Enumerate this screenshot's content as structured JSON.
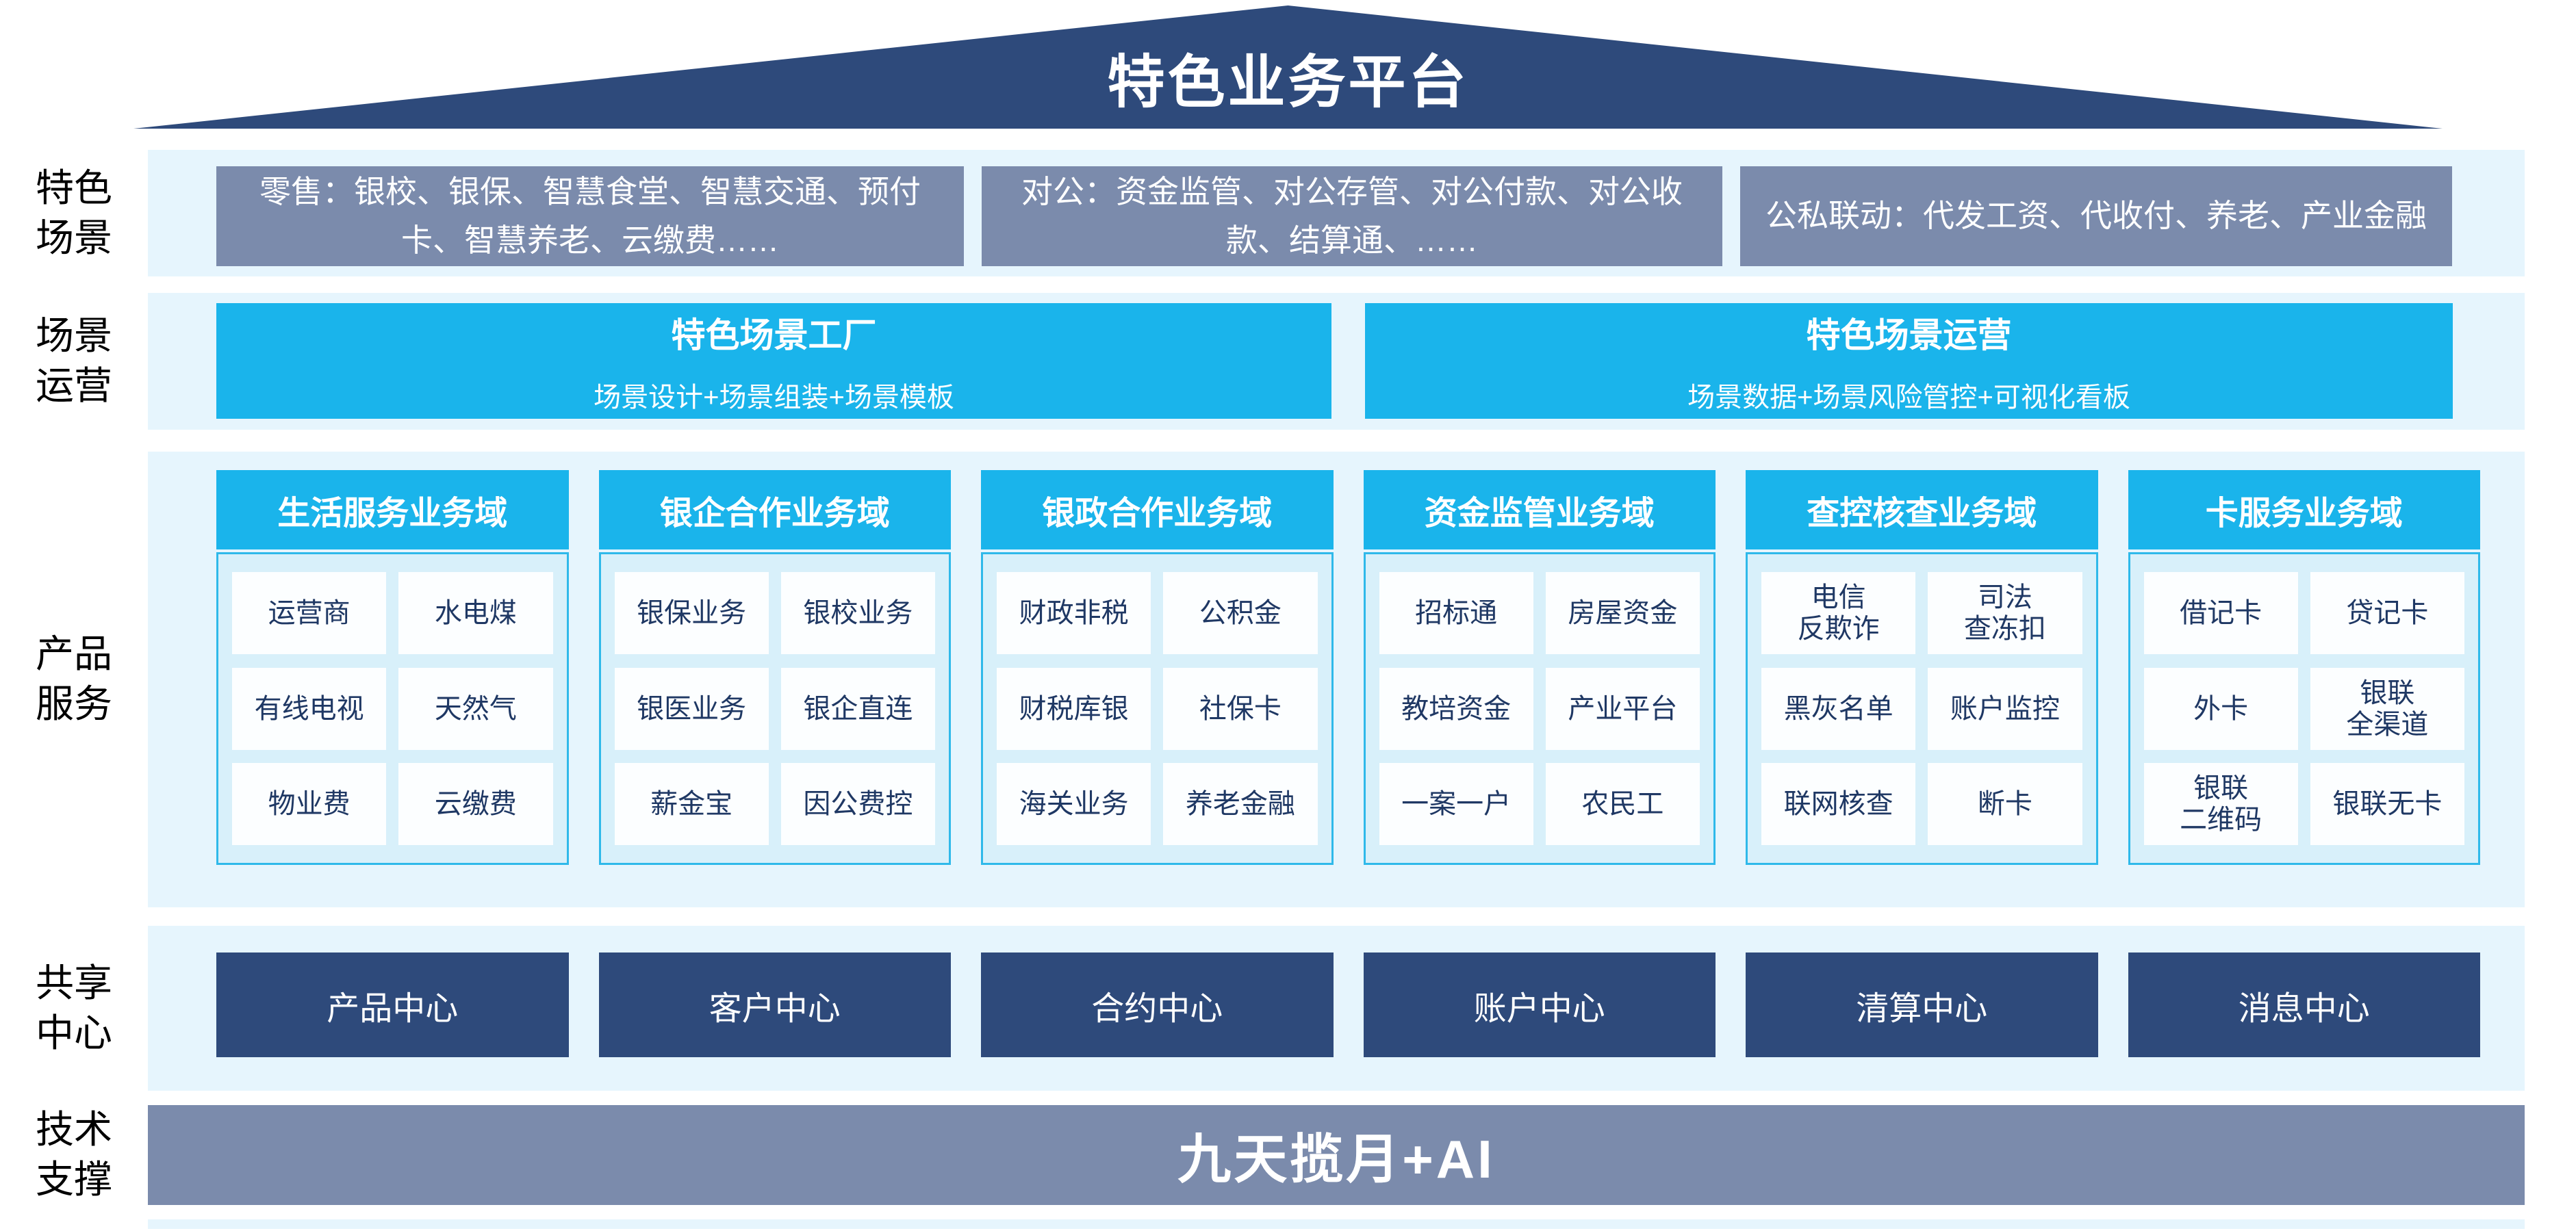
{
  "palette": {
    "navy": "#2E4A7B",
    "steel": "#7B8BAC",
    "cyan": "#1AB4EB",
    "band_light_blue": "#E6F5FD",
    "column_body": "#D8F0FA",
    "item_text_navy": "#1F3864"
  },
  "roof": {
    "title": "特色业务平台"
  },
  "side_labels": {
    "scenes": "特色\n场景",
    "scene_ops": "场景\n运营",
    "products": "产品\n服务",
    "share_centers": "共享\n中心",
    "tech_support": "技术\n支撑"
  },
  "scene_boxes": {
    "retail": "零售：银校、银保、智慧食堂、智慧交通、预付卡、智慧养老、云缴费……",
    "corporate": "对公：资金监管、对公存管、对公付款、对公收款、结算通、……",
    "public_private": "公私联动：代发工资、代收付、养老、产业金融"
  },
  "scene_ops": [
    {
      "title": "特色场景工厂",
      "subtitle": "场景设计+场景组装+场景模板"
    },
    {
      "title": "特色场景运营",
      "subtitle": "场景数据+场景风险管控+可视化看板"
    }
  ],
  "product_domains": [
    {
      "header": "生活服务业务域",
      "items": [
        [
          "运营商",
          "水电煤"
        ],
        [
          "有线电视",
          "天然气"
        ],
        [
          "物业费",
          "云缴费"
        ]
      ]
    },
    {
      "header": "银企合作业务域",
      "items": [
        [
          "银保业务",
          "银校业务"
        ],
        [
          "银医业务",
          "银企直连"
        ],
        [
          "薪金宝",
          "因公费控"
        ]
      ]
    },
    {
      "header": "银政合作业务域",
      "items": [
        [
          "财政非税",
          "公积金"
        ],
        [
          "财税库银",
          "社保卡"
        ],
        [
          "海关业务",
          "养老金融"
        ]
      ]
    },
    {
      "header": "资金监管业务域",
      "items": [
        [
          "招标通",
          "房屋资金"
        ],
        [
          "教培资金",
          "产业平台"
        ],
        [
          "一案一户",
          "农民工"
        ]
      ]
    },
    {
      "header": "查控核查业务域",
      "items": [
        [
          "电信\n反欺诈",
          "司法\n查冻扣"
        ],
        [
          "黑灰名单",
          "账户监控"
        ],
        [
          "联网核查",
          "断卡"
        ]
      ]
    },
    {
      "header": "卡服务业务域",
      "items": [
        [
          "借记卡",
          "贷记卡"
        ],
        [
          "外卡",
          "银联\n全渠道"
        ],
        [
          "银联\n二维码",
          "银联无卡"
        ]
      ]
    }
  ],
  "share_centers": [
    "产品中心",
    "客户中心",
    "合约中心",
    "账户中心",
    "清算中心",
    "消息中心"
  ],
  "tech_support": {
    "label": "九天揽月+AI"
  }
}
